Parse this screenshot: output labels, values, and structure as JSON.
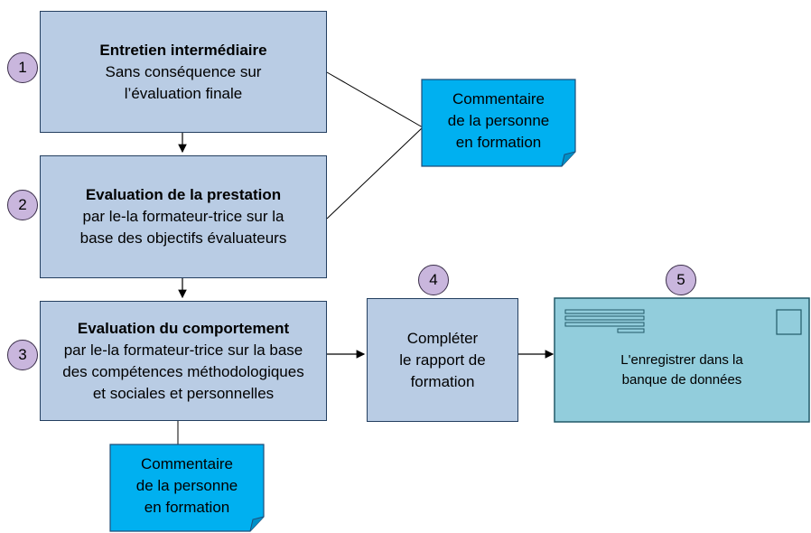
{
  "steps": [
    {
      "number": "1",
      "title": "Entretien intermédiaire",
      "lines": [
        "Sans conséquence sur",
        "l’évaluation finale"
      ]
    },
    {
      "number": "2",
      "title": "Evaluation de la prestation",
      "lines": [
        "par le-la formateur-trice sur la",
        "base des objectifs évaluateurs"
      ]
    },
    {
      "number": "3",
      "title": "Evaluation du comportement",
      "lines": [
        "par le-la formateur-trice sur la base",
        "des compétences méthodologiques",
        "et sociales et personnelles"
      ]
    },
    {
      "number": "4",
      "lines": [
        "Compléter",
        "le rapport de",
        "formation"
      ]
    },
    {
      "number": "5",
      "lines": [
        "L'enregistrer dans la",
        "banque de données"
      ]
    }
  ],
  "notes": [
    {
      "lines": [
        "Commentaire",
        "de la personne",
        "en formation"
      ]
    },
    {
      "lines": [
        "Commentaire",
        "de la personne",
        "en formation"
      ]
    }
  ],
  "colors": {
    "step_fill": "#b9cce4",
    "step_border": "#243f60",
    "badge_fill": "#c9b6dd",
    "note_fill": "#00b0f0",
    "db_fill": "#92cddc"
  }
}
